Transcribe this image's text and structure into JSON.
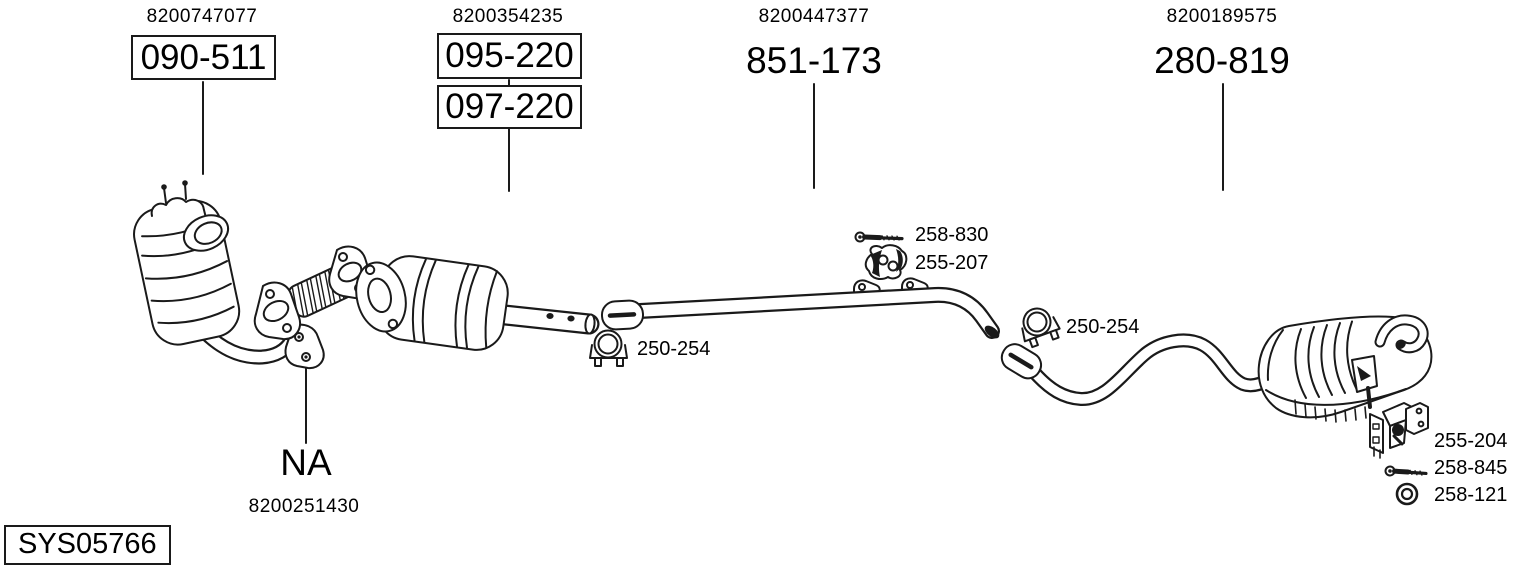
{
  "headers": [
    {
      "ref": "8200747077",
      "codes": [
        "090-511"
      ],
      "boxed": true
    },
    {
      "ref": "8200354235",
      "codes": [
        "095-220",
        "097-220"
      ],
      "boxed": true
    },
    {
      "ref": "8200447377",
      "codes": [
        "851-173"
      ],
      "boxed": false
    },
    {
      "ref": "8200189575",
      "codes": [
        "280-819"
      ],
      "boxed": false
    }
  ],
  "na_part": {
    "label": "NA",
    "ref": "8200251430"
  },
  "small_labels": {
    "mid_clamp": "250-254",
    "rear_clamp": "250-254",
    "mid_bolt": "258-830",
    "mid_rubber_mount": "255-207",
    "rear_hanger": "255-204",
    "rear_bolt": "258-845",
    "rear_ring": "258-121"
  },
  "system_code": "SYS05766",
  "colors": {
    "line": "#1a1a1a",
    "background": "#ffffff"
  },
  "icons": {
    "clamp": "exhaust-clamp-ring",
    "bolt": "bolt-with-threads",
    "rubber_mount": "rubber-hanger-mount",
    "hanger_bracket": "rear-hanger-bracket-assembly",
    "gasket_ring": "gasket-ring"
  }
}
